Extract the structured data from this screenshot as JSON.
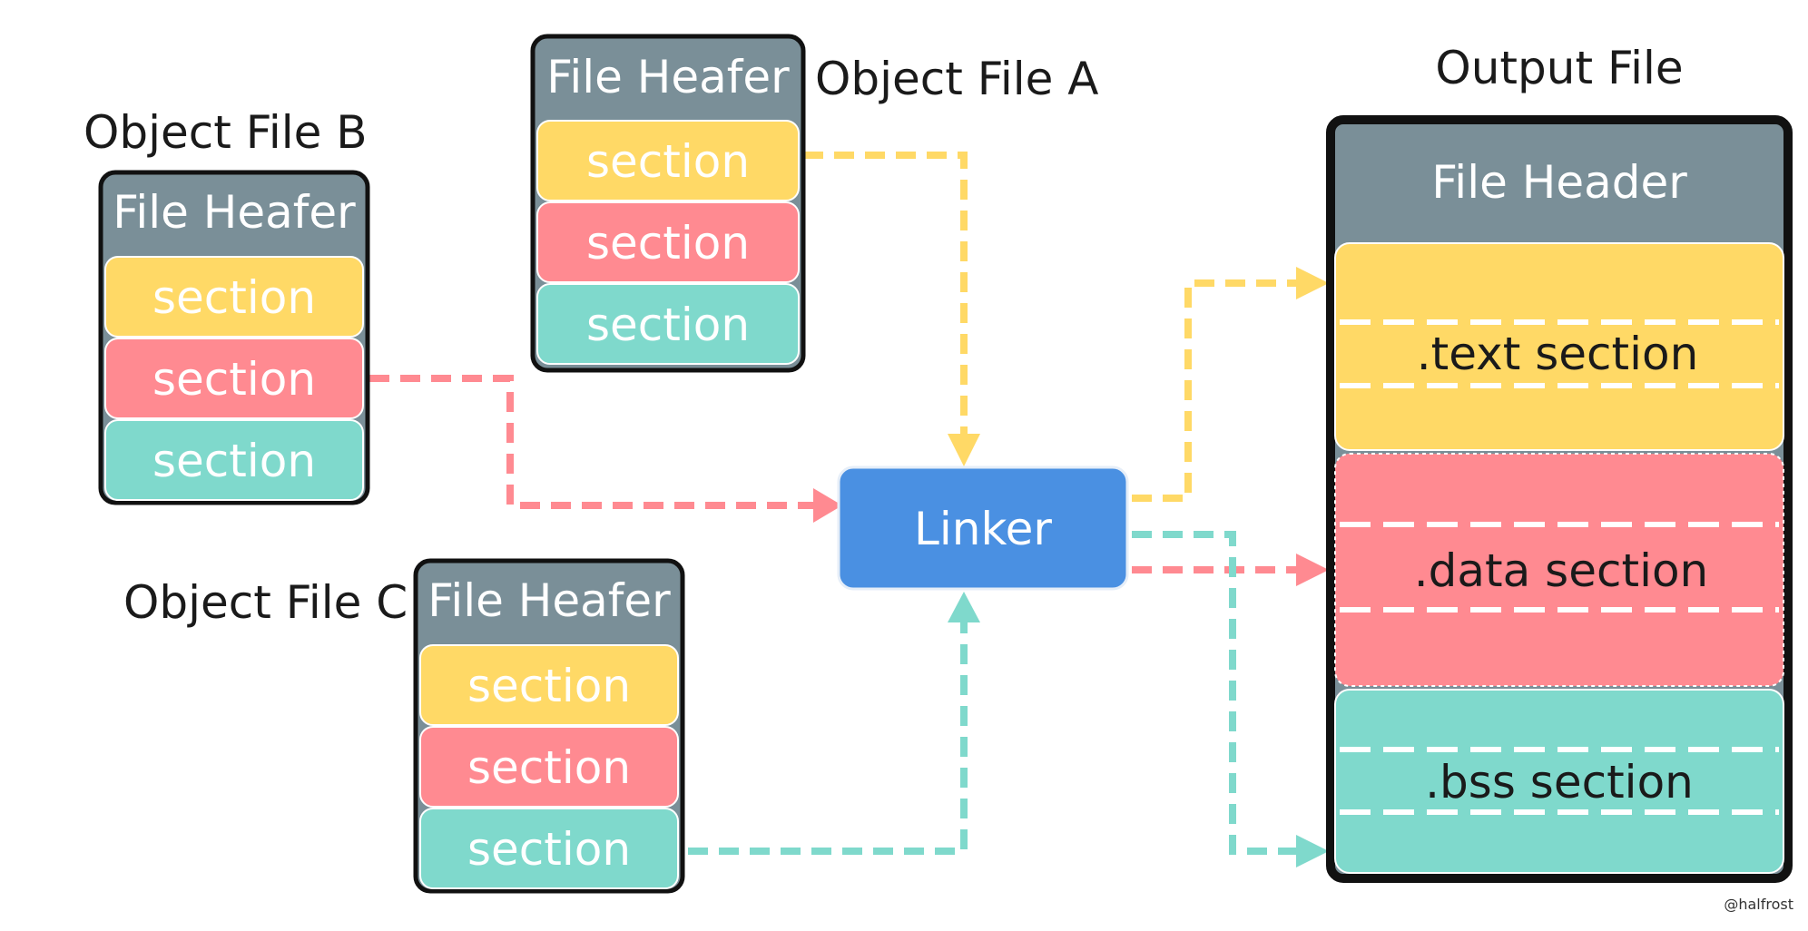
{
  "colors": {
    "header": "#7a8f98",
    "yellow": "#ffd966",
    "pink": "#ff8a91",
    "teal": "#7fd9cc",
    "linker": "#4a90e2",
    "frame": "#111111"
  },
  "objects": {
    "a": {
      "title": "Object File A",
      "header": "File Heafer",
      "sections": [
        "section",
        "section",
        "section"
      ]
    },
    "b": {
      "title": "Object File B",
      "header": "File Heafer",
      "sections": [
        "section",
        "section",
        "section"
      ]
    },
    "c": {
      "title": "Object File C",
      "header": "File Heafer",
      "sections": [
        "section",
        "section",
        "section"
      ]
    }
  },
  "linker": {
    "label": "Linker"
  },
  "output": {
    "title": "Output File",
    "header": "File Header",
    "sections": {
      "text": ".text section",
      "data": ".data section",
      "bss": ".bss section"
    }
  },
  "credit": "@halfrost"
}
